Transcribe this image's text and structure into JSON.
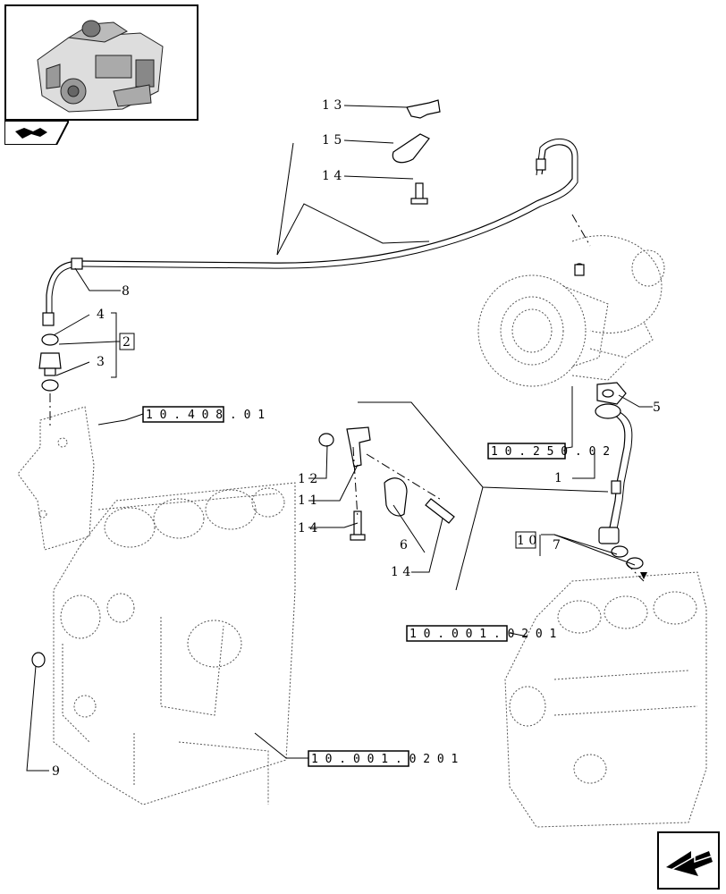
{
  "thumbnail": {
    "icon": "engine-overview-thumbnail"
  },
  "tab_icon": "cross-section-icon",
  "nav": {
    "icon": "next-page-arrow-icon"
  },
  "callouts": [
    {
      "id": "13",
      "label": "1 3"
    },
    {
      "id": "15",
      "label": "1 5"
    },
    {
      "id": "14a",
      "label": "1 4"
    },
    {
      "id": "8",
      "label": "8"
    },
    {
      "id": "4",
      "label": "4"
    },
    {
      "id": "2",
      "label": "2"
    },
    {
      "id": "3",
      "label": "3"
    },
    {
      "id": "5",
      "label": "5"
    },
    {
      "id": "1",
      "label": "1"
    },
    {
      "id": "12",
      "label": "1 2"
    },
    {
      "id": "11",
      "label": "1 1"
    },
    {
      "id": "14b",
      "label": "1 4"
    },
    {
      "id": "6",
      "label": "6"
    },
    {
      "id": "14c",
      "label": "1 4"
    },
    {
      "id": "10",
      "label": "1 0"
    },
    {
      "id": "7",
      "label": "7"
    },
    {
      "id": "9",
      "label": "9"
    }
  ],
  "references": [
    {
      "id": "r1",
      "label": "1 0 . 4 0 8 . 0 1"
    },
    {
      "id": "r2",
      "label": "1 0 . 2 5 0 . 0 2"
    },
    {
      "id": "r3",
      "label": "1 0 . 0 0 1 . 0 2  0 1"
    },
    {
      "id": "r4",
      "label": "1 0 . 0 0 1 . 0 2  0 1"
    }
  ]
}
